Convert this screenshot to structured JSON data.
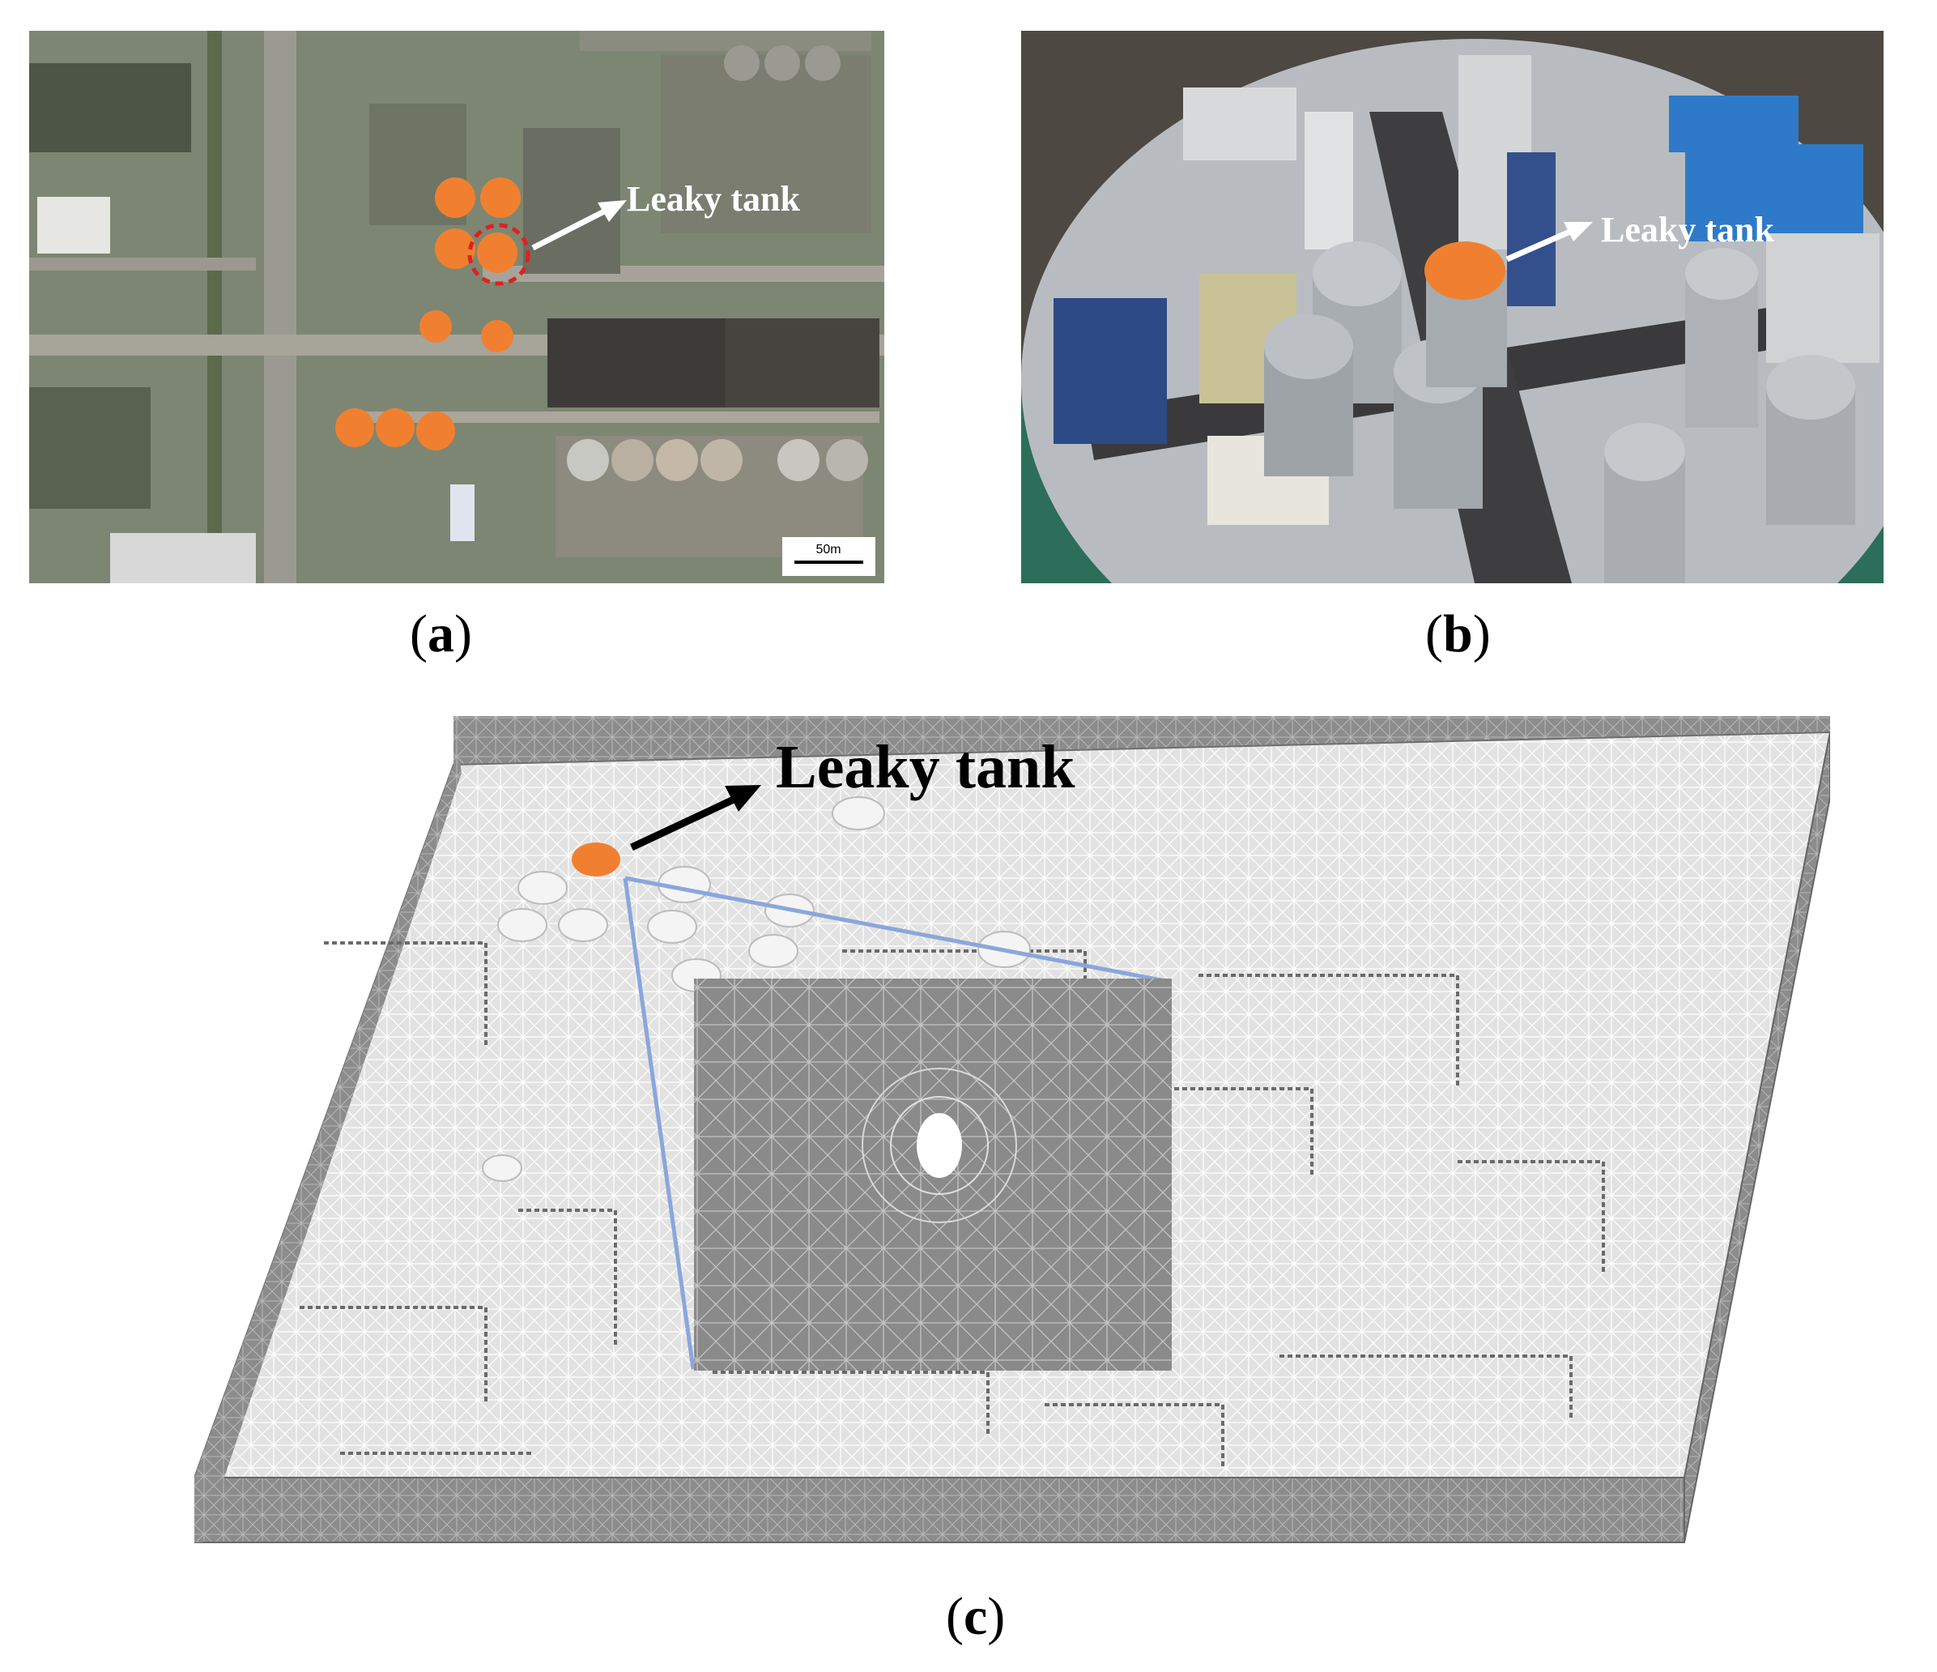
{
  "panels": {
    "a": {
      "caption_letter": "a",
      "callout": "Leaky tank",
      "scale_bar_label": "50m",
      "tank_color": "#f08030",
      "highlight_color": "#e02020"
    },
    "b": {
      "caption_letter": "b",
      "callout": "Leaky tank",
      "tank_color": "#f08030"
    },
    "c": {
      "caption_letter": "c",
      "callout": "Leaky tank",
      "tank_color": "#f08030",
      "zoom_line_color": "#8aa6dc"
    }
  }
}
